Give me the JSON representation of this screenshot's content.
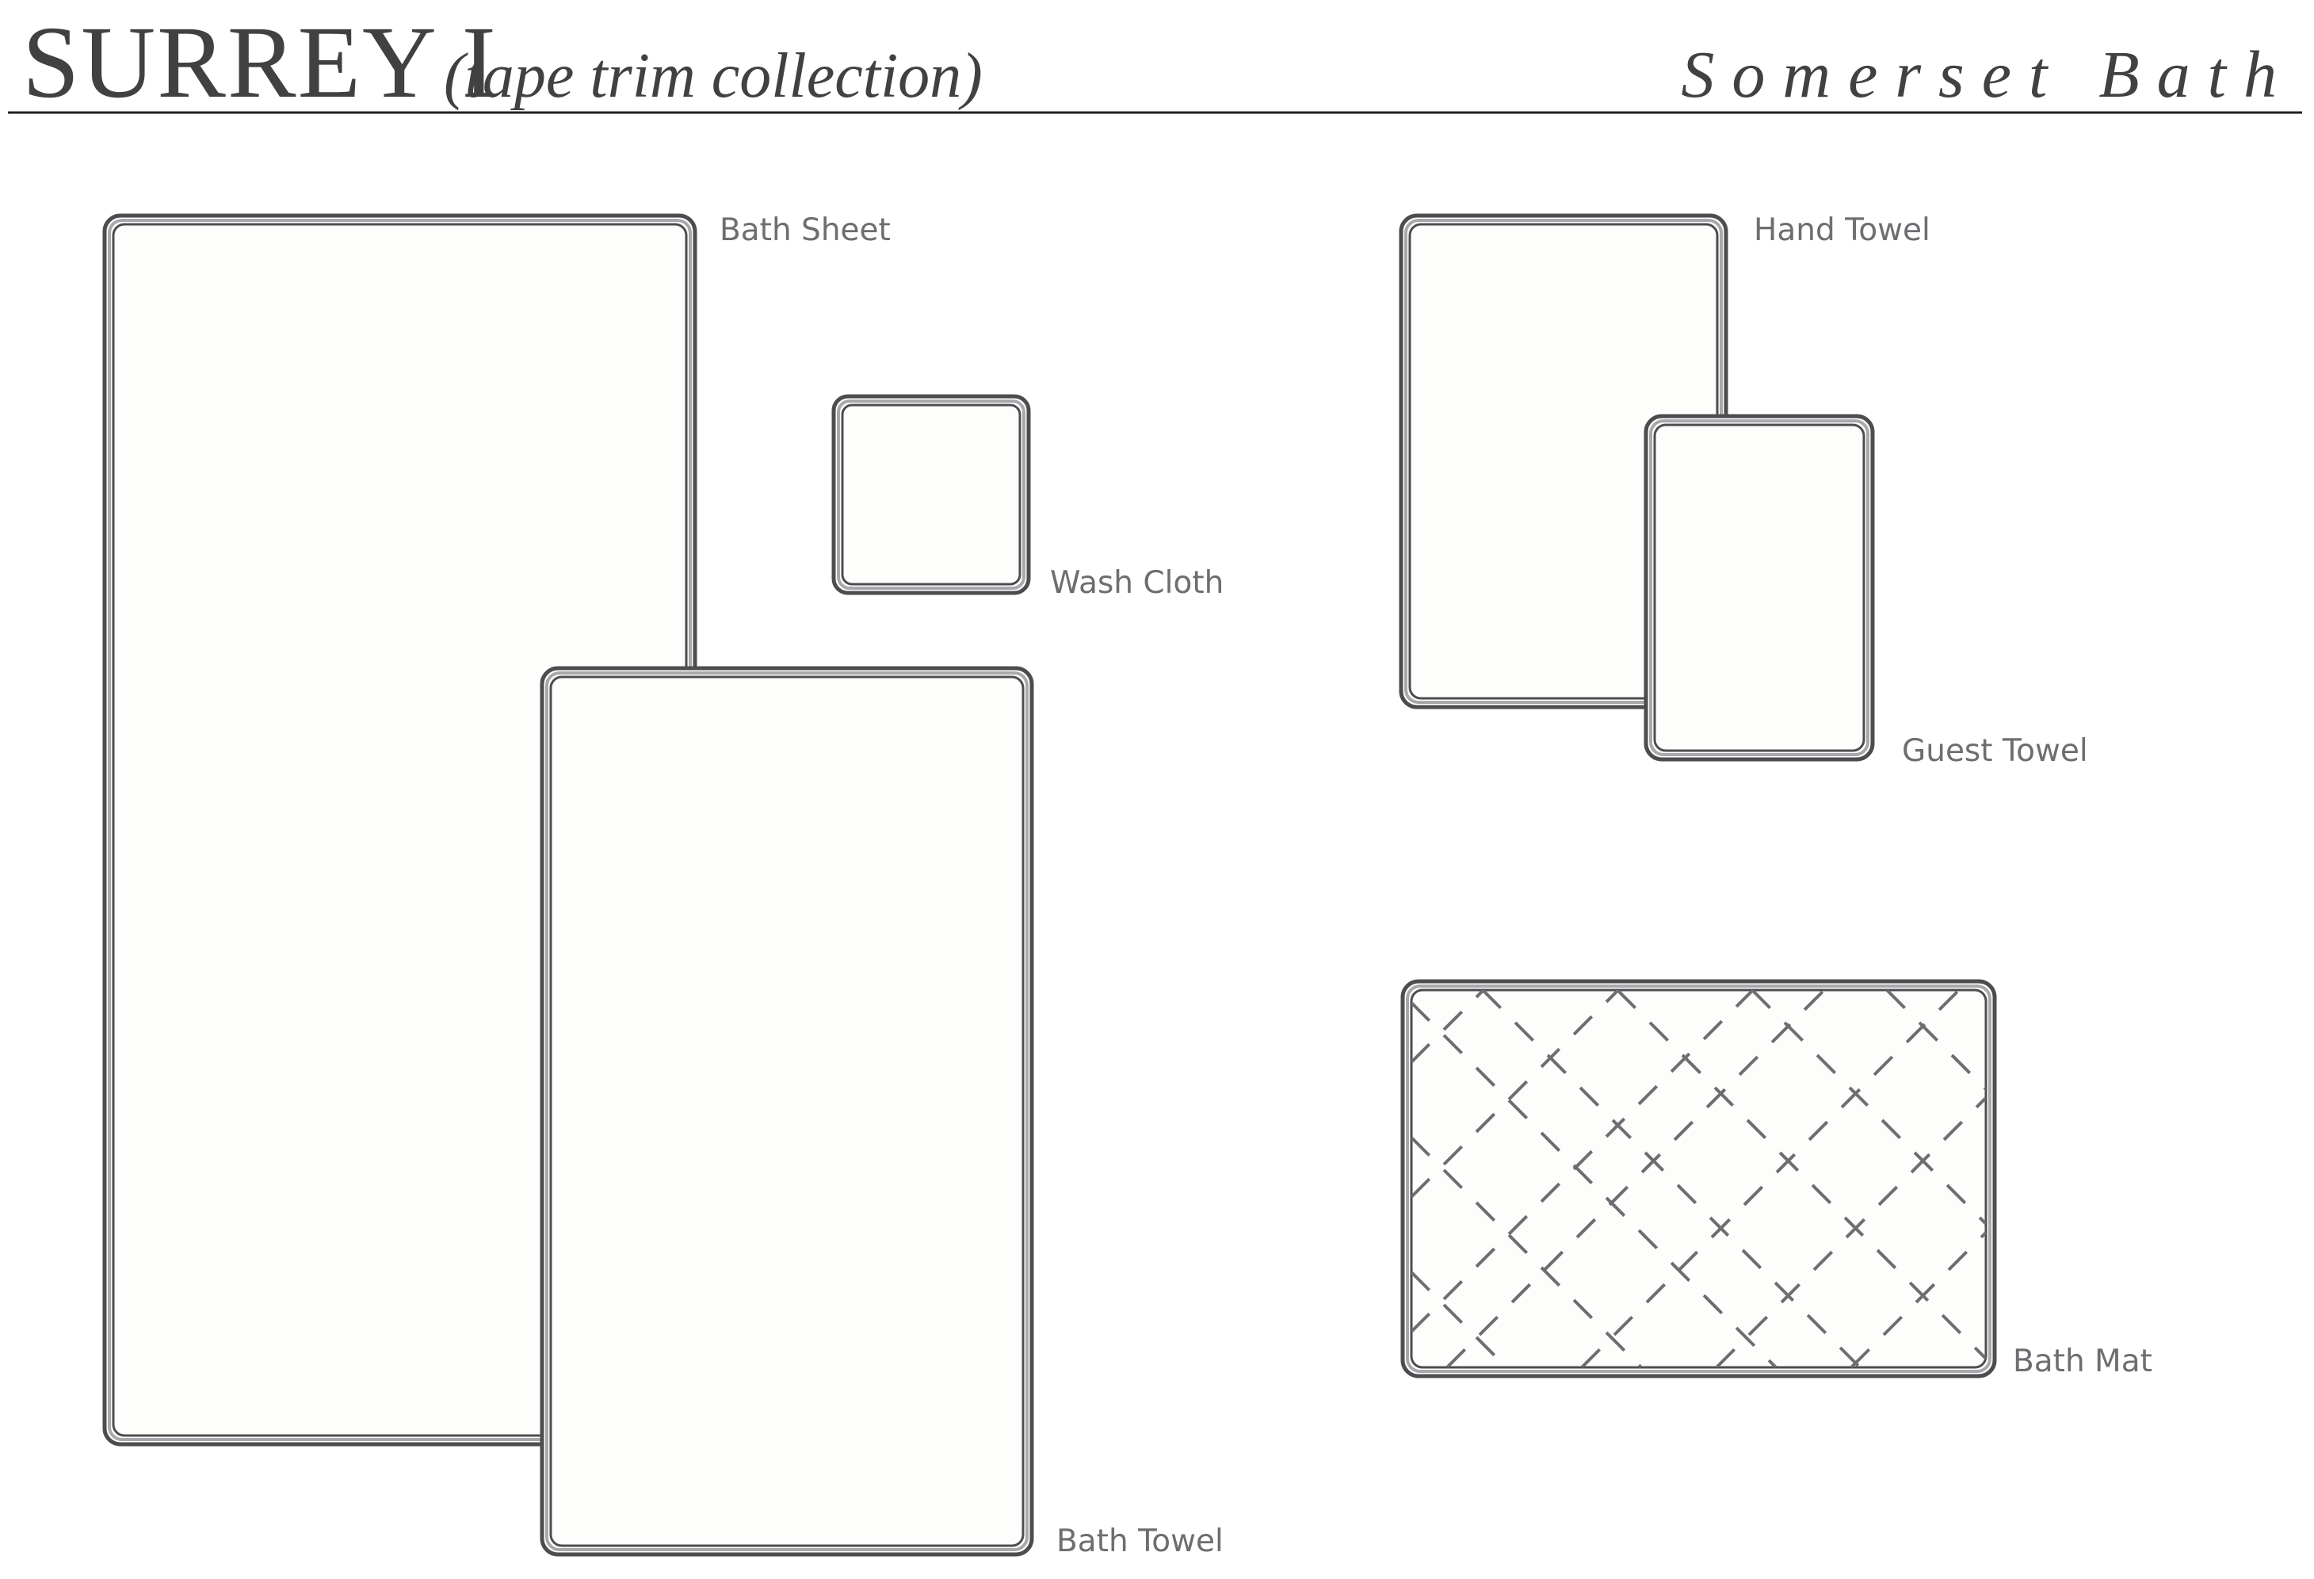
{
  "header": {
    "collection_name": "SURREY I",
    "collection_note": "(tape trim collection)",
    "brand": "Somerset Bath"
  },
  "items": {
    "bath_sheet": "Bath Sheet",
    "wash_cloth": "Wash Cloth",
    "bath_towel": "Bath Towel",
    "hand_towel": "Hand Towel",
    "guest_towel": "Guest Towel",
    "bath_mat": "Bath Mat"
  },
  "colors": {
    "ink": "#414042",
    "outline": "#4d4d4f",
    "trim_band": "#a7a9ac",
    "label": "#6d6e71"
  }
}
